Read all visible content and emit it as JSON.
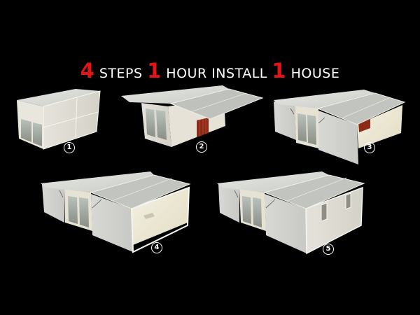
{
  "title": {
    "parts": [
      {
        "text": "4",
        "kind": "num"
      },
      {
        "text": " STEPS ",
        "kind": "word"
      },
      {
        "text": "1",
        "kind": "num"
      },
      {
        "text": " HOUR INSTALL ",
        "kind": "word"
      },
      {
        "text": "1",
        "kind": "num"
      },
      {
        "text": " HOUSE",
        "kind": "word"
      }
    ],
    "accent_color": "#e31414",
    "text_color": "#ffffff"
  },
  "background_color": "#000000",
  "steps": [
    {
      "label": "1",
      "description": "folded container box with glass door"
    },
    {
      "label": "2",
      "description": "roof panels unfolding"
    },
    {
      "label": "3",
      "description": "side walls lowering"
    },
    {
      "label": "4",
      "description": "floor and walls expanded, open end"
    },
    {
      "label": "5",
      "description": "completed house with windows"
    }
  ]
}
